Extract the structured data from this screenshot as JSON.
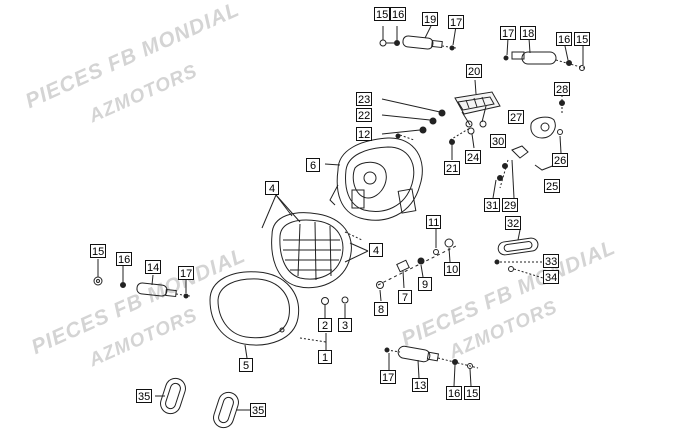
{
  "watermarks": [
    "PIECES FB MONDIAL",
    "AZMOTORS",
    "PIECES FB MONDIAL",
    "AZMOTORS",
    "PIECES FB MONDIAL",
    "AZMOTORS"
  ],
  "callouts": [
    "15",
    "16",
    "19",
    "17",
    "17",
    "18",
    "16",
    "15",
    "20",
    "23",
    "22",
    "12",
    "28",
    "27",
    "30",
    "26",
    "25",
    "24",
    "21",
    "31",
    "29",
    "6",
    "4",
    "4",
    "11",
    "10",
    "9",
    "7",
    "8",
    "32",
    "33",
    "34",
    "15",
    "16",
    "14",
    "17",
    "5",
    "2",
    "3",
    "1",
    "17",
    "13",
    "16",
    "15",
    "35",
    "35"
  ],
  "colors": {
    "line": "#222222",
    "watermark": "#d4d4d4",
    "background": "#ffffff"
  }
}
